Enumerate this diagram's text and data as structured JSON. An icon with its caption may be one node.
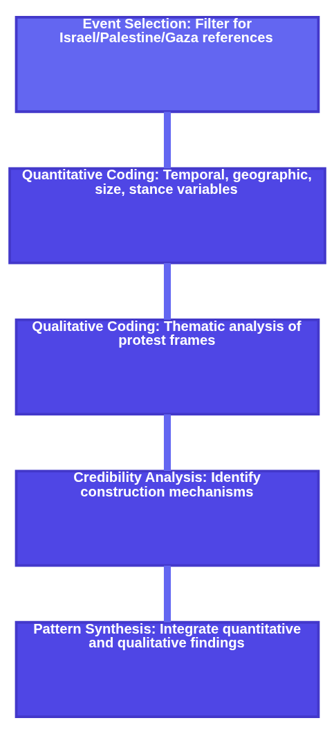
{
  "diagram": {
    "nodes": [
      {
        "text": [
          "Event Selection: Filter for Israel/Palestine/Gaza references"
        ]
      },
      {
        "text": [
          "Quantitative Coding: Temporal, geographic, size, stance variables"
        ]
      },
      {
        "text": [
          "Qualitative Coding: Thematic analysis of protest frames"
        ]
      },
      {
        "text": [
          "Credibility Analysis: Identify construction mechanisms"
        ]
      },
      {
        "text": [
          "Pattern Synthesis: Integrate quantitative and qualitative findings"
        ]
      }
    ],
    "edges": [
      {
        "from": 0,
        "to": 1,
        "arrow": "none"
      },
      {
        "from": 1,
        "to": 2,
        "arrow": "none"
      },
      {
        "from": 2,
        "to": 3,
        "arrow": "none"
      },
      {
        "from": 3,
        "to": 4,
        "arrow": "none"
      }
    ]
  }
}
